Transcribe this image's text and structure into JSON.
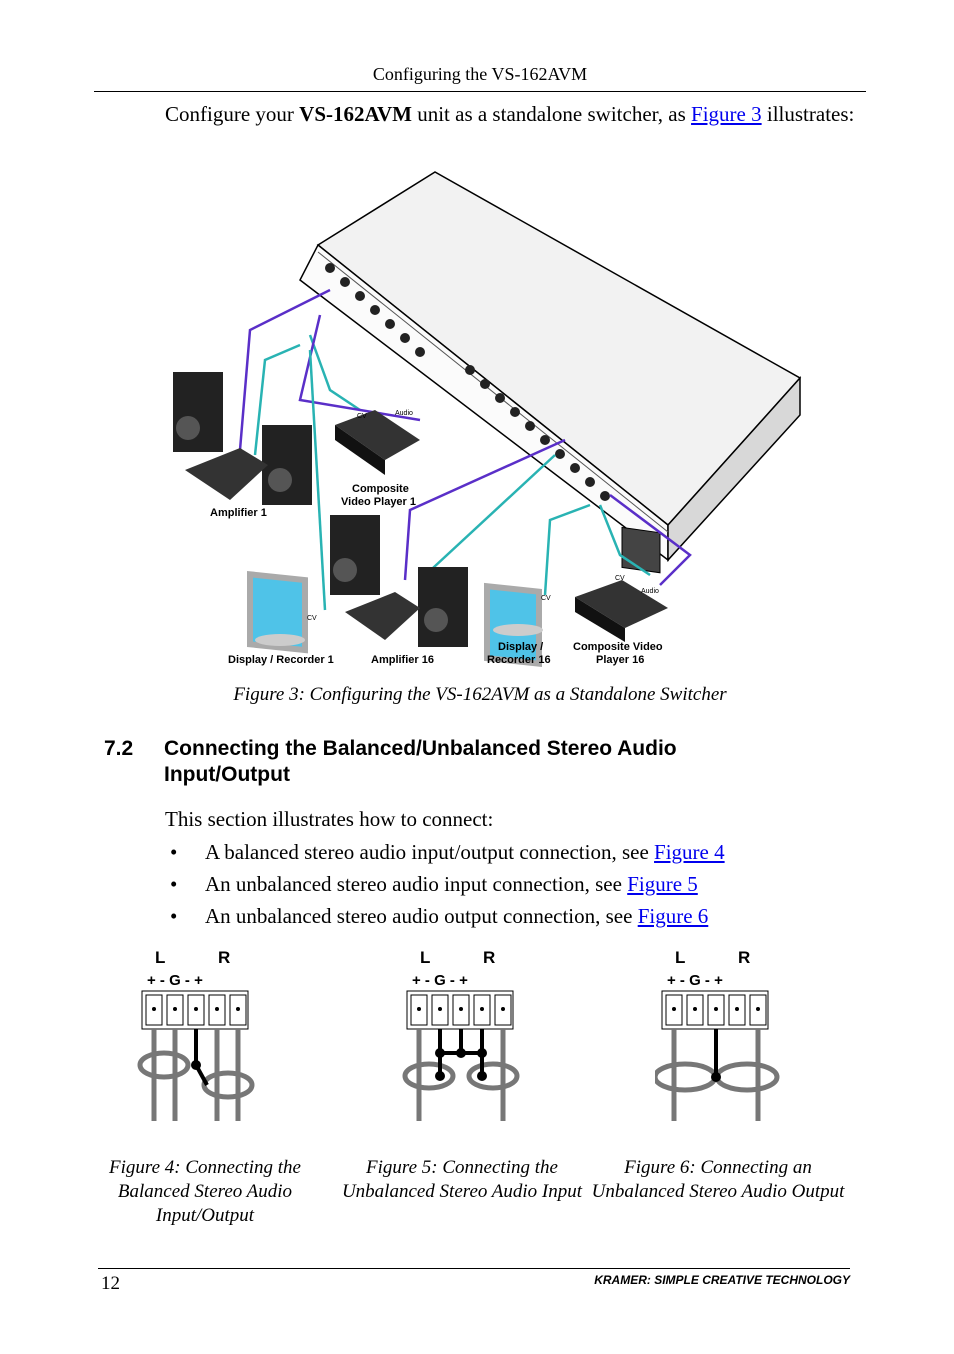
{
  "header": {
    "title": "Configuring the VS-162AVM"
  },
  "intro": {
    "before": "Configure your ",
    "product": "VS-162AVM",
    "middle": " unit as a standalone switcher, as ",
    "link": "Figure 3",
    "after": " illustrates:"
  },
  "figure3": {
    "caption": "Figure 3: Configuring the VS-162AVM as a Standalone Switcher",
    "labels": {
      "amp1": "Amplifier 1",
      "cvp1_a": "Composite",
      "cvp1_b": "Video Player 1",
      "disp1": "Display / Recorder 1",
      "amp16": "Amplifier 16",
      "disp16_a": "Display /",
      "disp16_b": "Recorder 16",
      "cvp16_a": "Composite Video",
      "cvp16_b": "Player 16",
      "cv": "CV",
      "audio": "Audio"
    }
  },
  "section": {
    "number": "7.2",
    "title": "Connecting the Balanced/Unbalanced Stereo Audio Input/Output",
    "intro": "This section illustrates how to connect:",
    "bullets": [
      {
        "text": "A balanced stereo audio input/output connection, see ",
        "link": "Figure 4"
      },
      {
        "text": "An unbalanced stereo audio input connection, see ",
        "link": "Figure 5"
      },
      {
        "text": "An unbalanced stereo audio output connection, see ",
        "link": "Figure 6"
      }
    ]
  },
  "wiring": {
    "L": "L",
    "R": "R",
    "pins": "+ - G - +"
  },
  "figures": [
    {
      "caption": "Figure 4: Connecting the Balanced Stereo Audio Input/Output"
    },
    {
      "caption": "Figure 5: Connecting the Unbalanced Stereo Audio Input"
    },
    {
      "caption": "Figure 6: Connecting an Unbalanced Stereo Audio Output"
    }
  ],
  "footer": {
    "page": "12",
    "brand": "KRAMER:  SIMPLE CREATIVE TECHNOLOGY"
  }
}
